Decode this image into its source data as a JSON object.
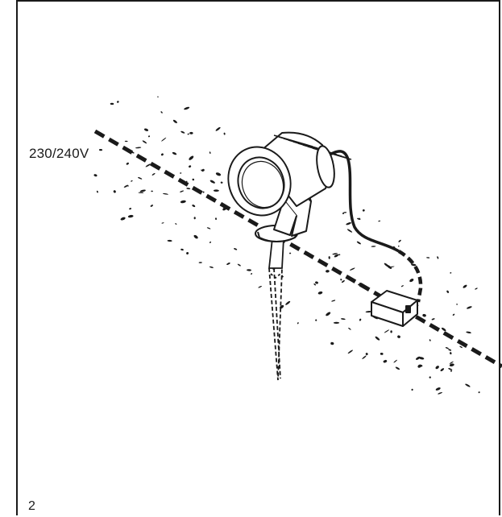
{
  "diagram": {
    "voltage_label": "230/240V",
    "page_number": "2"
  },
  "colors": {
    "ink": "#1a1a1a",
    "background": "#ffffff"
  },
  "components": [
    {
      "name": "spotlight",
      "icon": "spotlight-icon"
    },
    {
      "name": "ground-spike",
      "icon": "ground-spike-icon"
    },
    {
      "name": "junction-box",
      "icon": "junction-box-icon"
    },
    {
      "name": "mains-cable",
      "icon": "dashed-cable-icon"
    }
  ]
}
